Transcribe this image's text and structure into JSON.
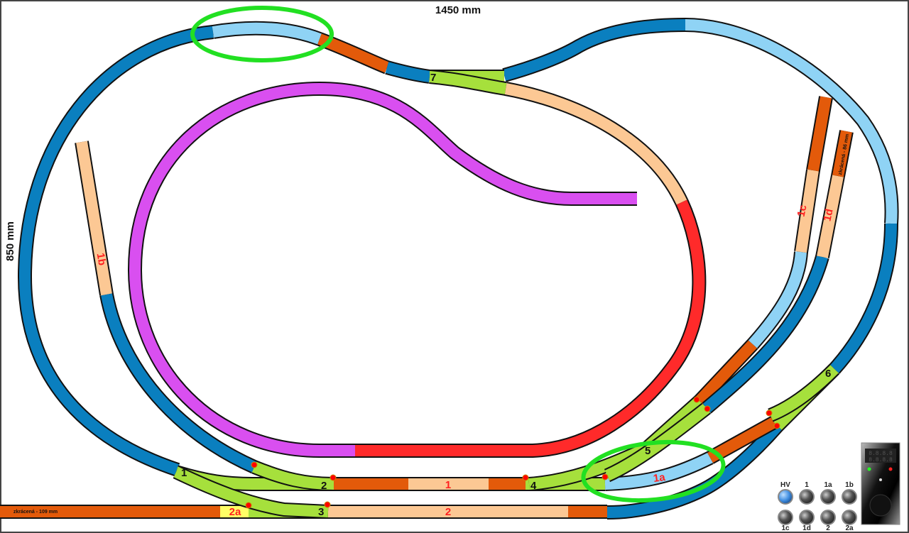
{
  "dimensions": {
    "width_label": "1450 mm",
    "height_label": "850 mm"
  },
  "turnouts": [
    "1",
    "2",
    "3",
    "4",
    "5",
    "6",
    "7"
  ],
  "tracks": {
    "t1": "1",
    "t2": "2",
    "t2a": "2a",
    "t1a": "1a",
    "t1b": "1b",
    "t1c": "1c",
    "t1d": "1d"
  },
  "notes": {
    "short_bottom": "zkrácená - 109 mm",
    "short_right": "zkrácená - 86 mm"
  },
  "panel": {
    "buttons": [
      {
        "label": "HV",
        "active": true
      },
      {
        "label": "1",
        "active": false
      },
      {
        "label": "1a",
        "active": false
      },
      {
        "label": "1b",
        "active": false
      },
      {
        "label": "1c",
        "active": false
      },
      {
        "label": "1d",
        "active": false
      },
      {
        "label": "2",
        "active": false
      },
      {
        "label": "2a",
        "active": false
      }
    ],
    "display": "8.8.8.8"
  },
  "colors": {
    "blue": "#0a7fbf",
    "lightblue": "#8fd3f5",
    "orange": "#e35a0a",
    "peach": "#fcc894",
    "green": "#a6e03c",
    "red": "#ff2a2a",
    "purple": "#d94ff0",
    "yellow": "#ffff66",
    "highlight": "#22e022"
  }
}
